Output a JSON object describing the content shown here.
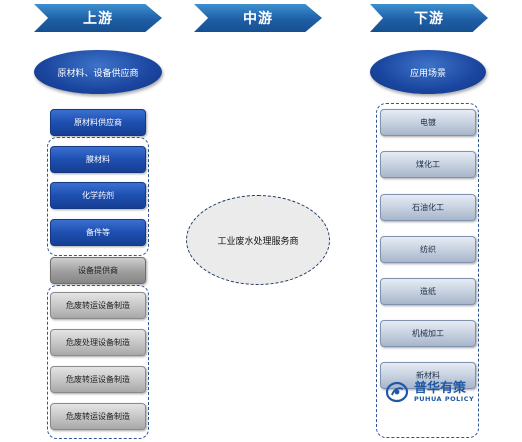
{
  "headers": {
    "upstream": "上游",
    "midstream": "中游",
    "downstream": "下游"
  },
  "upstream": {
    "category": "原材料、设备供应商",
    "raw_supplier": "原材料供应商",
    "raw_items": [
      "膜材料",
      "化学药剂",
      "备件等"
    ],
    "equipment_supplier": "设备提供商",
    "equipment_items": [
      "危废转运设备制造",
      "危废处理设备制造",
      "危废转运设备制造",
      "危废转运设备制造"
    ]
  },
  "midstream": {
    "center": "工业废水处理服务商"
  },
  "downstream": {
    "category": "应用场景",
    "items": [
      "电镀",
      "煤化工",
      "石油化工",
      "纺织",
      "造纸",
      "机械加工",
      "新材料"
    ]
  },
  "logo": {
    "cn": "普华有策",
    "en": "PUHUA POLICY"
  }
}
